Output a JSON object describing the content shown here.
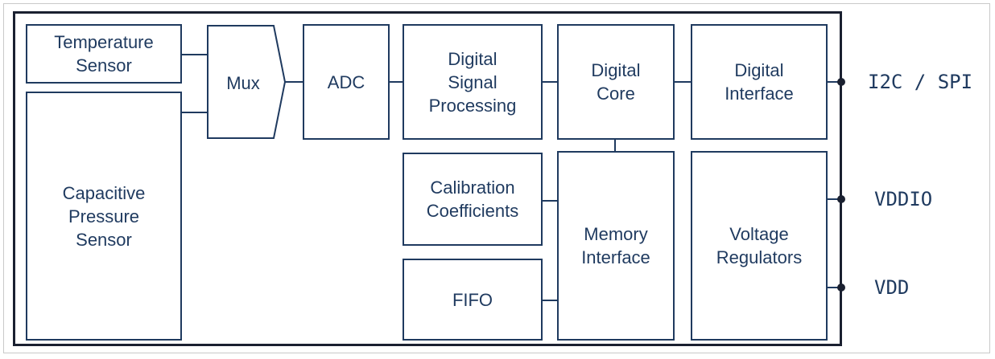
{
  "diagram": {
    "blocks": {
      "temperature_sensor": "Temperature\nSensor",
      "capacitive_pressure_sensor": "Capacitive\nPressure\nSensor",
      "mux": "Mux",
      "adc": "ADC",
      "digital_signal_processing": "Digital\nSignal\nProcessing",
      "digital_core": "Digital\nCore",
      "digital_interface": "Digital\nInterface",
      "calibration_coefficients": "Calibration\nCoefficients",
      "fifo": "FIFO",
      "memory_interface": "Memory\nInterface",
      "voltage_regulators": "Voltage\nRegulators"
    },
    "pins": {
      "i2c_spi": "I2C / SPI",
      "vddio": "VDDIO",
      "vdd": "VDD"
    },
    "colors": {
      "block_stroke": "#1f3a5f",
      "chip_border": "#1a2030",
      "text": "#1f3a5f"
    }
  }
}
